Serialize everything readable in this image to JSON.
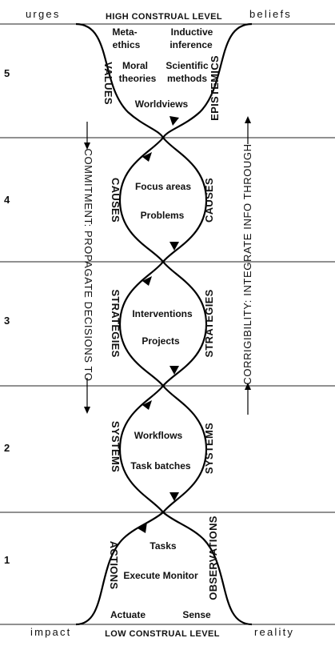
{
  "corners": {
    "top_left": "urges",
    "top_right": "beliefs",
    "bottom_left": "impact",
    "bottom_right": "reality"
  },
  "level_labels": {
    "high": "HIGH CONSTRUAL LEVEL",
    "low": "LOW CONSTRUAL LEVEL"
  },
  "levels": {
    "five": {
      "number": "5",
      "left_side": "VALUES",
      "right_side": "EPISTEMICS",
      "left_items": [
        "Meta-",
        "ethics",
        "Moral",
        "theories"
      ],
      "right_items": [
        "Inductive",
        "inference",
        "Scientific",
        "methods"
      ],
      "bottom_item": "Worldviews"
    },
    "four": {
      "number": "4",
      "left_side": "CAUSES",
      "right_side": "CAUSES",
      "items": [
        "Focus areas",
        "Problems"
      ]
    },
    "three": {
      "number": "3",
      "left_side": "STRATEGIES",
      "right_side": "STRATEGIES",
      "items": [
        "Interventions",
        "Projects"
      ]
    },
    "two": {
      "number": "2",
      "left_side": "SYSTEMS",
      "right_side": "SYSTEMS",
      "items": [
        "Workflows",
        "Task batches"
      ]
    },
    "one": {
      "number": "1",
      "left_side": "ACTIONS",
      "right_side": "OBSERVATIONS",
      "top_item": "Tasks",
      "middle_item": "Execute Monitor",
      "bottom_left": "Actuate",
      "bottom_right": "Sense"
    }
  },
  "flows": {
    "down": "COMMITMENT:  PROPAGATE DECISIONS TO",
    "up": "CORRIGIBILITY:  INTEGRATE INFO THROUGH"
  }
}
